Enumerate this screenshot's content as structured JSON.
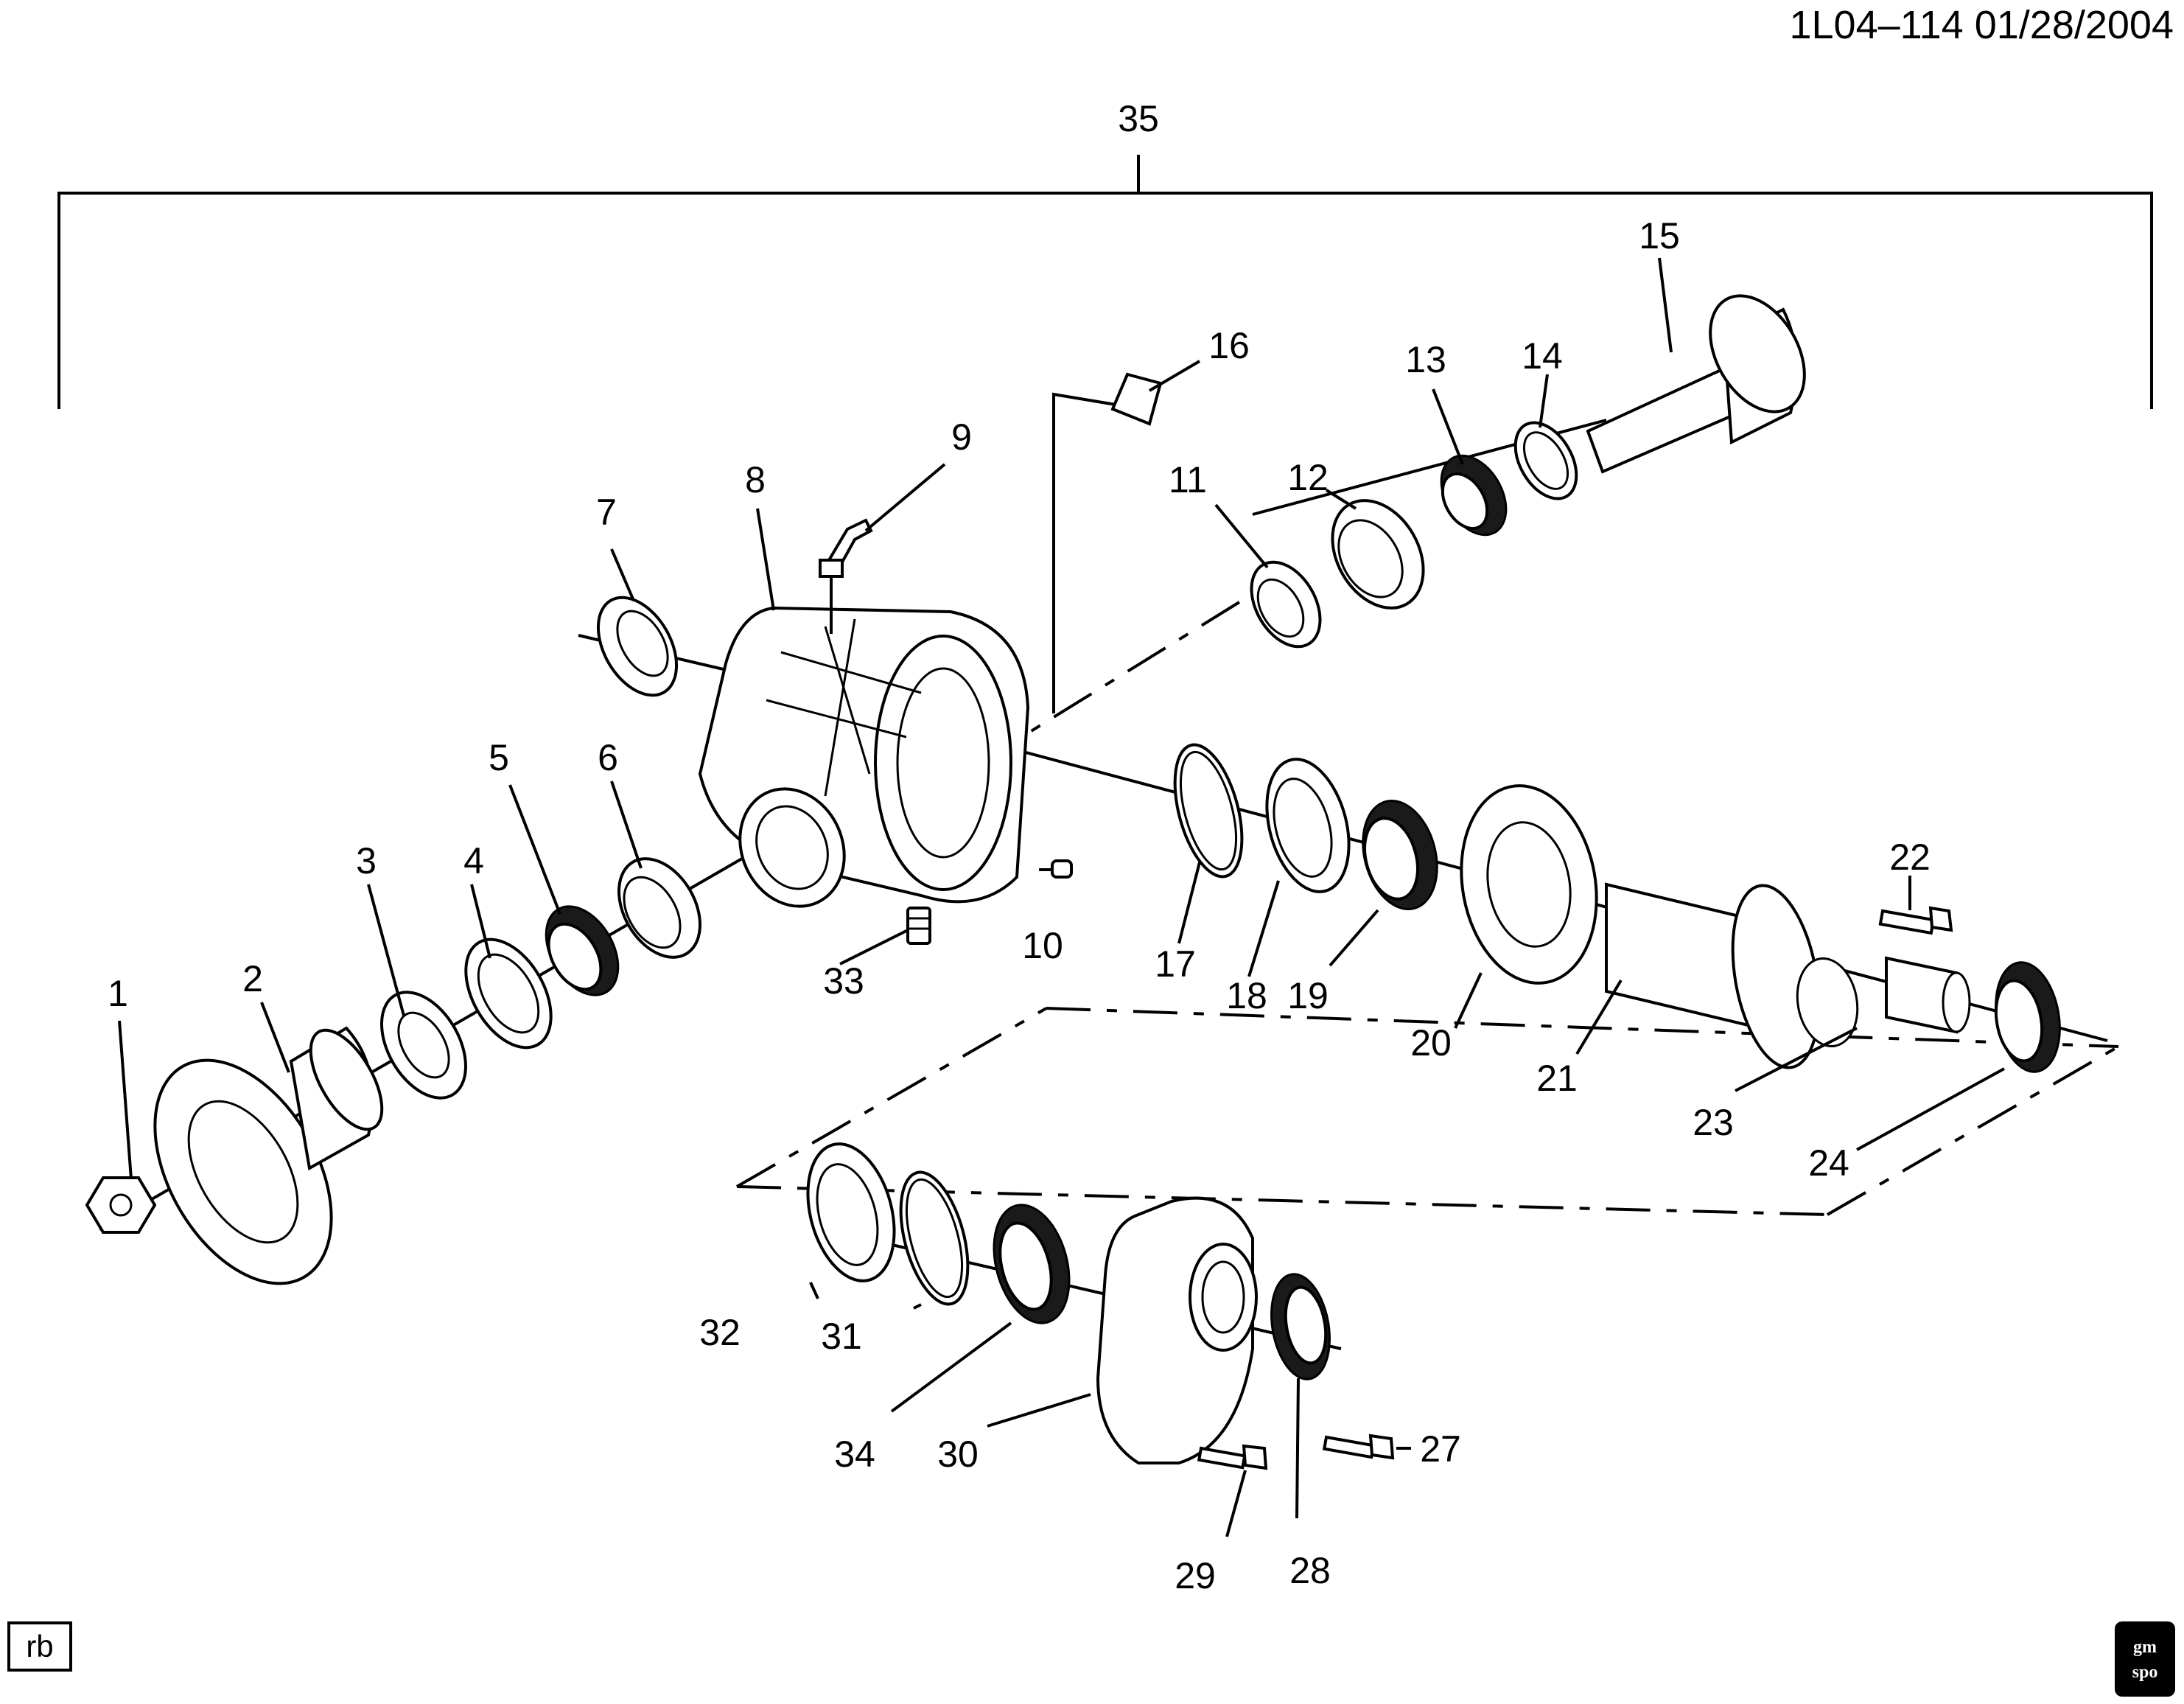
{
  "header": {
    "code": "1L04–114  01/28/2004"
  },
  "assembly_label": "35",
  "callouts": {
    "c1": "1",
    "c2": "2",
    "c3": "3",
    "c4": "4",
    "c5": "5",
    "c6": "6",
    "c7": "7",
    "c8": "8",
    "c9": "9",
    "c10": "10",
    "c11": "11",
    "c12": "12",
    "c13": "13",
    "c14": "14",
    "c15": "15",
    "c16": "16",
    "c17": "17",
    "c18": "18",
    "c19": "19",
    "c20": "20",
    "c21": "21",
    "c22": "22",
    "c23": "23",
    "c24": "24",
    "c27": "27",
    "c28": "28",
    "c29": "29",
    "c30": "30",
    "c31": "31",
    "c32": "32",
    "c33": "33",
    "c34": "34"
  },
  "stamp": "rb",
  "logo": {
    "line1": "gm",
    "line2": "spo"
  }
}
